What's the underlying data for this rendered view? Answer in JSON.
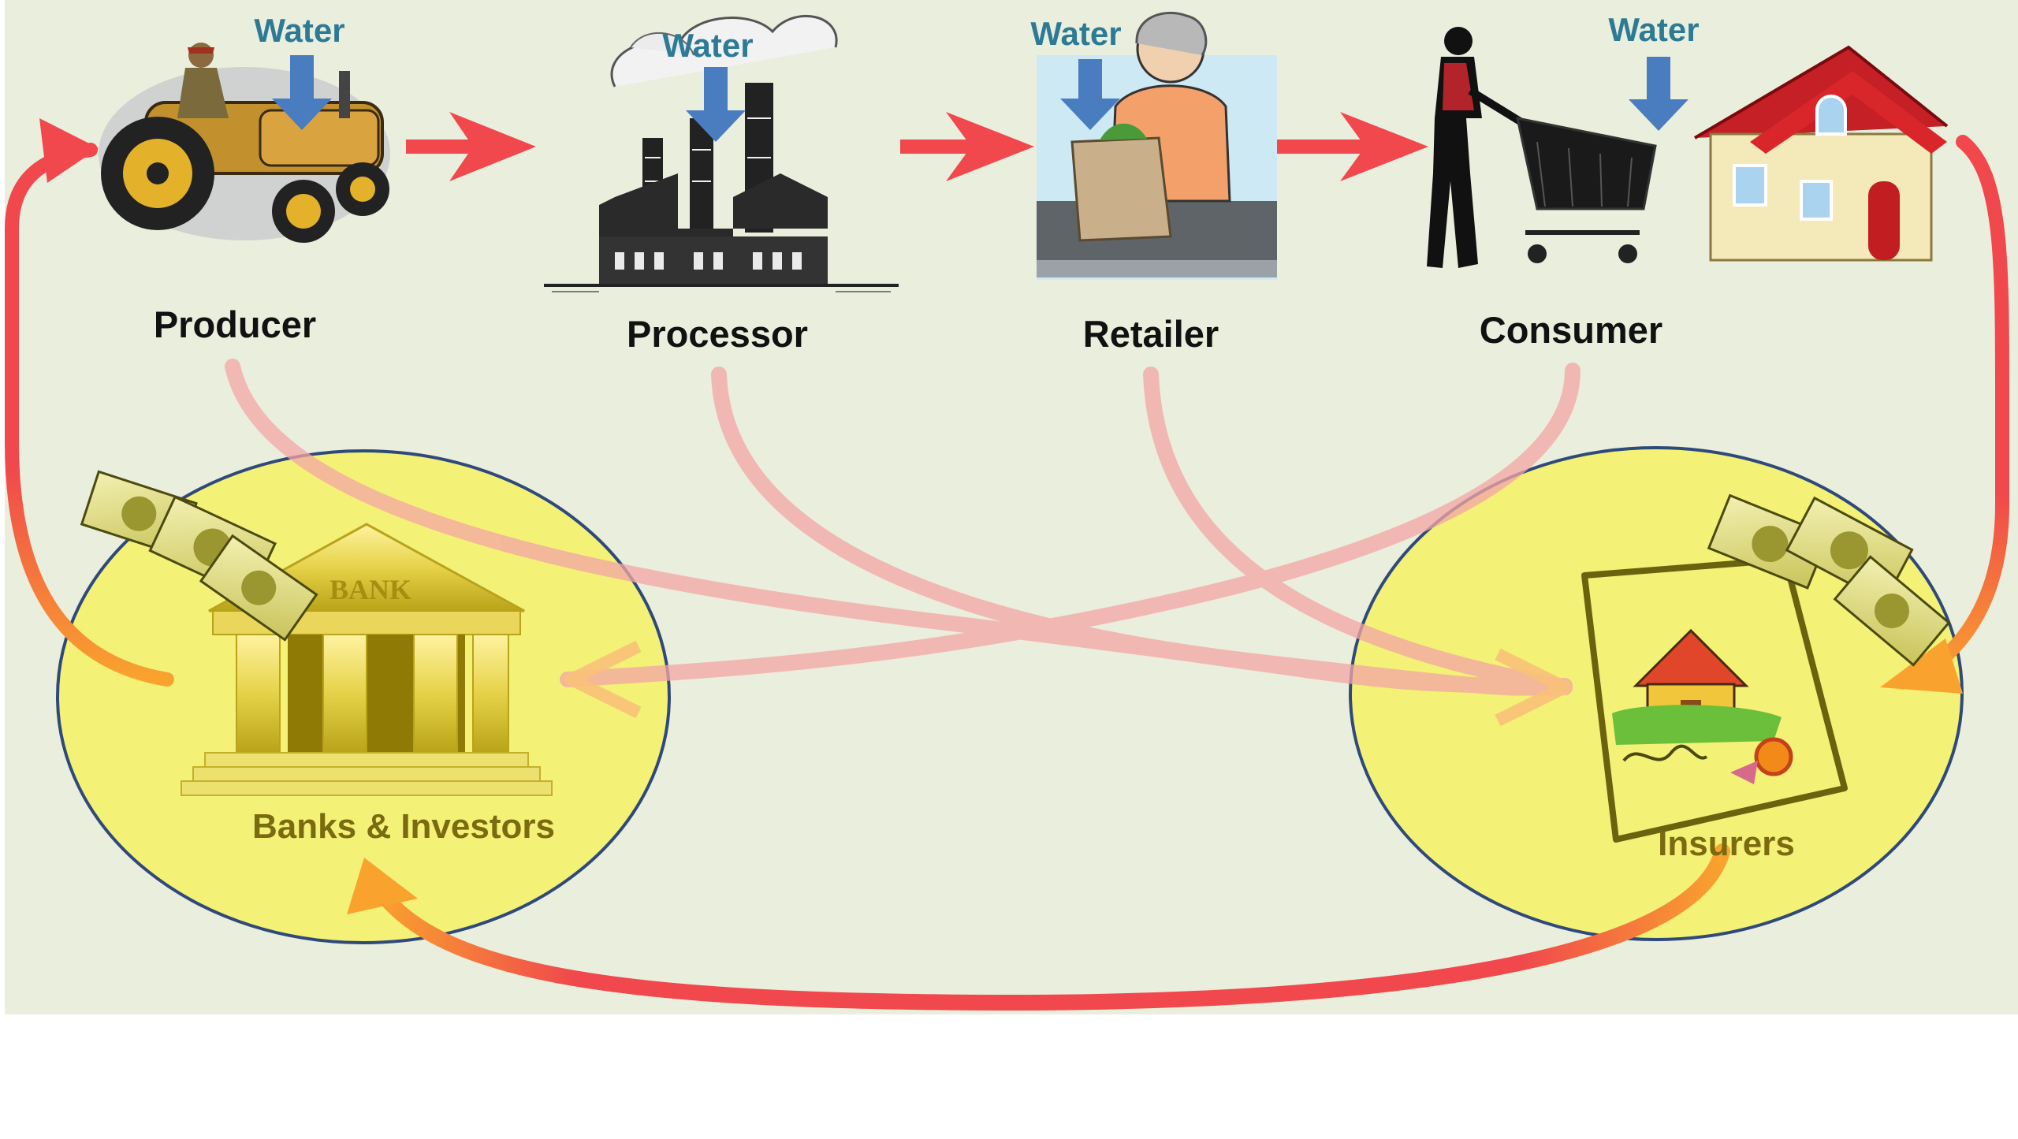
{
  "diagram": {
    "water_label": "Water",
    "stages": [
      {
        "id": "producer",
        "label": "Producer",
        "icon": "tractor-farmer-icon"
      },
      {
        "id": "processor",
        "label": "Processor",
        "icon": "factory-icon"
      },
      {
        "id": "retailer",
        "label": "Retailer",
        "icon": "grocery-clerk-icon"
      },
      {
        "id": "consumer",
        "label": "Consumer",
        "icon": "shopper-house-icon"
      }
    ],
    "sectors": [
      {
        "id": "banks",
        "label": "Banks & Investors",
        "icon": "bank-building-icon"
      },
      {
        "id": "insurers",
        "label": "Insurers",
        "icon": "insurance-policy-icon"
      }
    ],
    "bank_sign": "BANK",
    "colors": {
      "background": "#eaeedc",
      "arrow_red": "#f0484c",
      "arrow_faded": "#f4a6a6",
      "arrow_orange": "#f9a32e",
      "water_arrow": "#4a7cc0",
      "water_text": "#2d7a96",
      "ellipse_fill": "#f3f176",
      "ellipse_stroke": "#2f4a7a"
    }
  }
}
